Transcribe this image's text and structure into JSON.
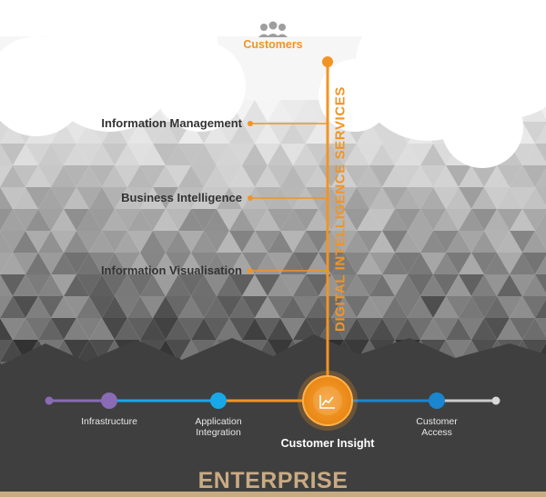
{
  "top": {
    "title": "Customers",
    "icon": "users-icon"
  },
  "vertical_label": "DIGITAL INTELLIGENCE SERVICES",
  "services": [
    {
      "label": "Information Management"
    },
    {
      "label": "Business Intelligence"
    },
    {
      "label": "Information Visualisation"
    }
  ],
  "timeline": {
    "nodes": [
      {
        "label": "Infrastructure",
        "color": "#8a6bb5"
      },
      {
        "label": "Application\nIntegration",
        "color": "#18a8e8"
      },
      {
        "label": "Customer Insight",
        "color": "#f29423",
        "icon": "chart-icon"
      },
      {
        "label": "Customer\nAccess",
        "color": "#1a86d0"
      }
    ]
  },
  "footer": {
    "title": "ENTERPRISE"
  },
  "colors": {
    "accent": "#f29423",
    "dark_band": "#3e3e3e",
    "footer_text": "#c9ab83"
  }
}
